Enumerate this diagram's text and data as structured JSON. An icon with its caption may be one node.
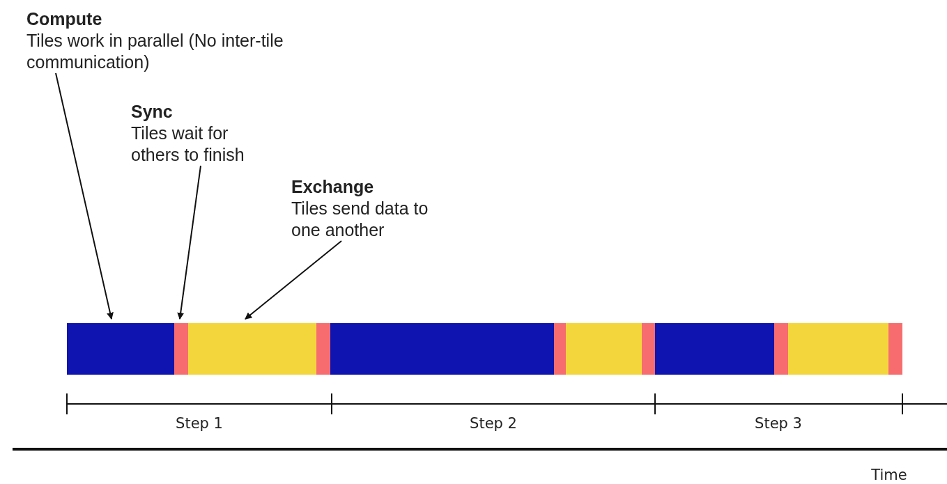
{
  "diagram": {
    "nodes": [
      {
        "text": [
          "Compute",
          "Tiles work in parallel (No inter-tile communication)"
        ]
      },
      {
        "text": [
          "Sync",
          "Tiles wait for others to finish"
        ]
      },
      {
        "text": [
          "Exchange",
          "Tiles send data to one another"
        ]
      },
      {
        "text": [],
        "shape": "bar"
      },
      {
        "text": [],
        "shape": "bar"
      },
      {
        "text": [],
        "shape": "bar"
      },
      {
        "text": [],
        "shape": "bar"
      },
      {
        "text": [],
        "shape": "bar"
      },
      {
        "text": [],
        "shape": "bar"
      },
      {
        "text": [],
        "shape": "bar"
      },
      {
        "text": [],
        "shape": "bar"
      },
      {
        "text": [],
        "shape": "bar"
      },
      {
        "text": [],
        "shape": "bar"
      },
      {
        "text": [],
        "shape": "bar"
      },
      {
        "text": [],
        "shape": "bar"
      }
    ],
    "edges": [
      {
        "from": 0,
        "to": 3,
        "arrow": "to"
      },
      {
        "from": 1,
        "to": 4,
        "arrow": "to"
      },
      {
        "from": 2,
        "to": 5,
        "arrow": "to"
      }
    ],
    "labels": [
      "Step 1",
      "Step 2",
      "Step 3",
      "Time"
    ]
  }
}
